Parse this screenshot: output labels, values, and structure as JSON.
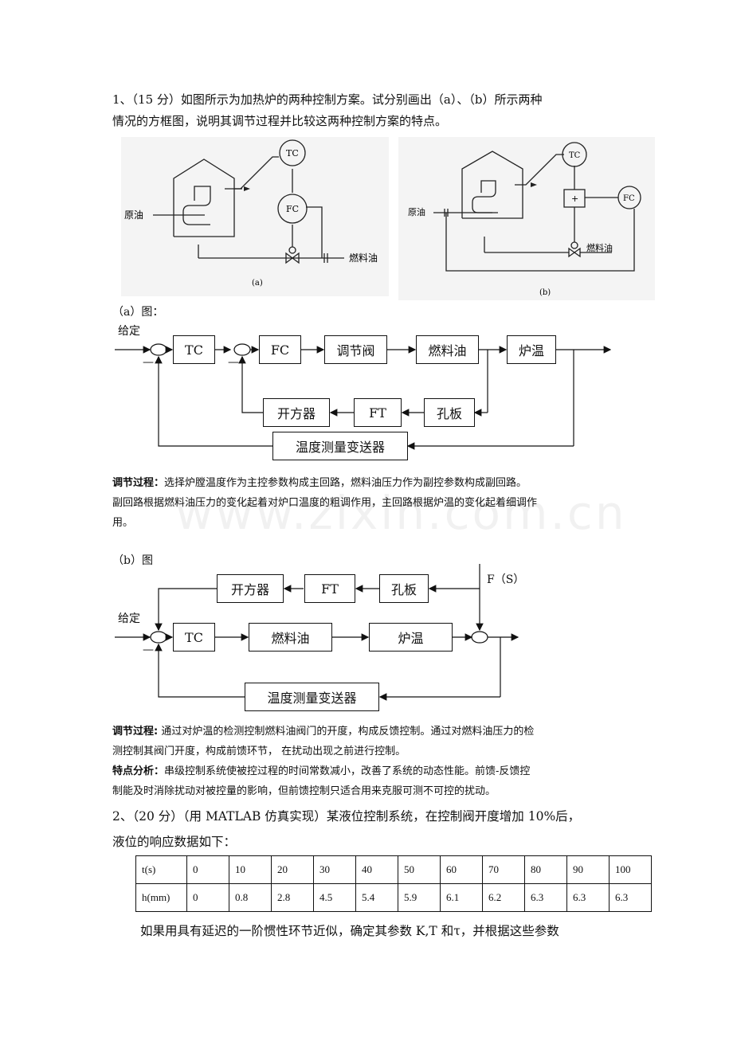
{
  "watermark": "www.zixin.com.cn",
  "q1": {
    "line1": "1、（15 分）如图所示为加热炉的两种控制方案。试分别画出（a）、（b）所示两种",
    "line2": "情况的方框图，说明其调节过程并比较这两种控制方案的特点。"
  },
  "fig_a": {
    "crude_oil": "原油",
    "tc": "TC",
    "fc": "FC",
    "fuel_oil": "燃料油",
    "caption": "(a)"
  },
  "fig_b": {
    "crude_oil": "原油",
    "tc": "TC",
    "plus": "+",
    "fc": "FC",
    "fuel_oil": "燃料油",
    "caption": "(b)"
  },
  "diagram_a": {
    "heading": "（a）图：",
    "setpoint": "给定",
    "minus1": "—",
    "minus2": "—",
    "blocks": {
      "tc": "TC",
      "fc": "FC",
      "valve": "调节阀",
      "fuel": "燃料油",
      "furnace": "炉温",
      "sqrt": "开方器",
      "ft": "FT",
      "orifice": "孔板",
      "transmitter": "温度测量变送器"
    }
  },
  "text_a": {
    "label": "调节过程：",
    "line1": "选择炉膛温度作为主控参数构成主回路，燃料油压力作为副控参数构成副回路。",
    "line2": "副回路根据燃料油压力的变化起着对炉口温度的粗调作用，主回路根据炉温的变化起着细调作",
    "line3": "用。"
  },
  "diagram_b": {
    "heading": "（b）图",
    "setpoint": "给定",
    "minus": "—",
    "disturbance": "F（S）",
    "blocks": {
      "sqrt": "开方器",
      "ft": "FT",
      "orifice": "孔板",
      "tc": "TC",
      "fuel": "燃料油",
      "furnace": "炉温",
      "transmitter": "温度测量变送器"
    }
  },
  "text_b": {
    "label": "调节过程:",
    "line1": " 通过对炉温的检测控制燃料油阀门的开度，构成反馈控制。通过对燃料油压力的检",
    "line2": "测控制其阀门开度，构成前馈环节，  在扰动出现之前进行控制。"
  },
  "features": {
    "label": "特点分析：",
    "line1": "串级控制系统使被控过程的时间常数减小，改善了系统的动态性能。前馈-反馈控",
    "line2": "制能及时消除扰动对被控量的影响，但前馈控制只适合用来克服可测不可控的扰动。"
  },
  "q2": {
    "line1": "2、（20 分）（用 MATLAB 仿真实现）某液位控制系统，在控制阀开度增加 10%后，",
    "line2": "液位的响应数据如下：",
    "table": [
      [
        "t(s)",
        "0",
        "10",
        "20",
        "30",
        "40",
        "50",
        "60",
        "70",
        "80",
        "90",
        "100"
      ],
      [
        "h(mm)",
        "0",
        "0.8",
        "2.8",
        "4.5",
        "5.4",
        "5.9",
        "6.1",
        "6.2",
        "6.3",
        "6.3",
        "6.3"
      ]
    ],
    "line3": "如果用具有延迟的一阶惯性环节近似，确定其参数 K,T 和τ，并根据这些参数"
  }
}
